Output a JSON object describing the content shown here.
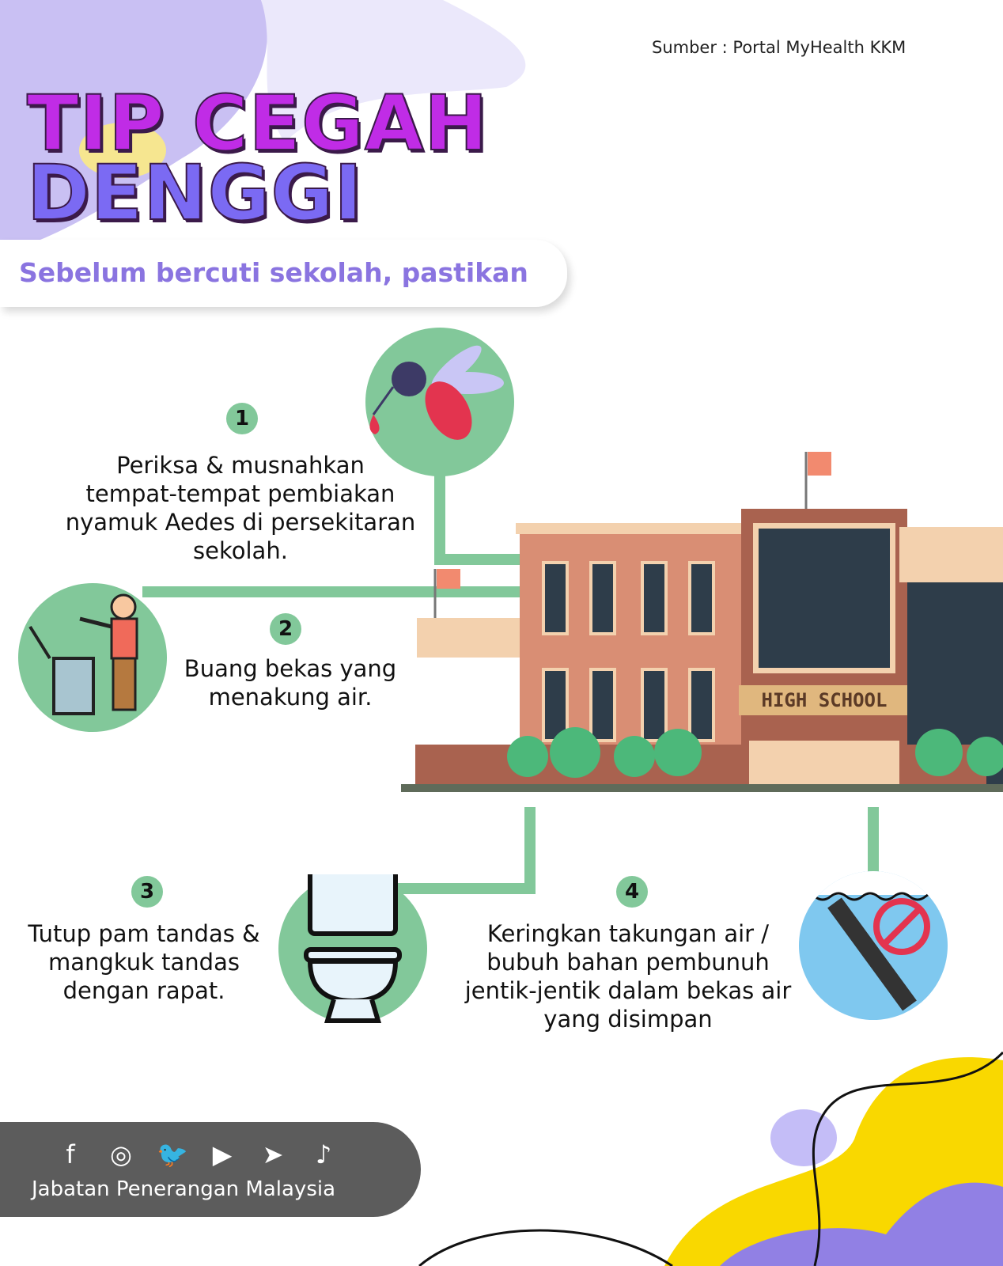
{
  "source": "Sumber : Portal MyHealth KKM",
  "title": {
    "line1": "TIP CEGAH",
    "line2": "DENGGI"
  },
  "subtitle": "Sebelum bercuti sekolah, pastikan",
  "steps": [
    {
      "number": "1",
      "lines": [
        "Periksa & musnahkan",
        "tempat-tempat pembiakan",
        "nyamuk Aedes di persekitaran",
        "sekolah."
      ],
      "icon": "mosquito-icon"
    },
    {
      "number": "2",
      "lines": [
        "Buang bekas yang",
        "menakung air."
      ],
      "icon": "trash-disposal-icon"
    },
    {
      "number": "3",
      "lines": [
        "Tutup pam tandas &",
        "mangkuk tandas",
        "dengan rapat."
      ],
      "icon": "toilet-icon"
    },
    {
      "number": "4",
      "lines": [
        "Keringkan takungan air /",
        "bubuh bahan pembunuh",
        "jentik-jentik dalam bekas air",
        "yang disimpan"
      ],
      "icon": "no-larvae-icon"
    }
  ],
  "building": {
    "sign": "HIGH SCHOOL"
  },
  "footer": {
    "org": "Jabatan Penerangan Malaysia",
    "social": [
      "f",
      "◎",
      "🐦",
      "▶",
      "➤",
      "♪"
    ]
  },
  "colors": {
    "green": "#82c89a",
    "purple": "#8a74e0",
    "magenta": "#c02ce6",
    "footer": "#5c5c5c",
    "yellow": "#f9d800"
  }
}
